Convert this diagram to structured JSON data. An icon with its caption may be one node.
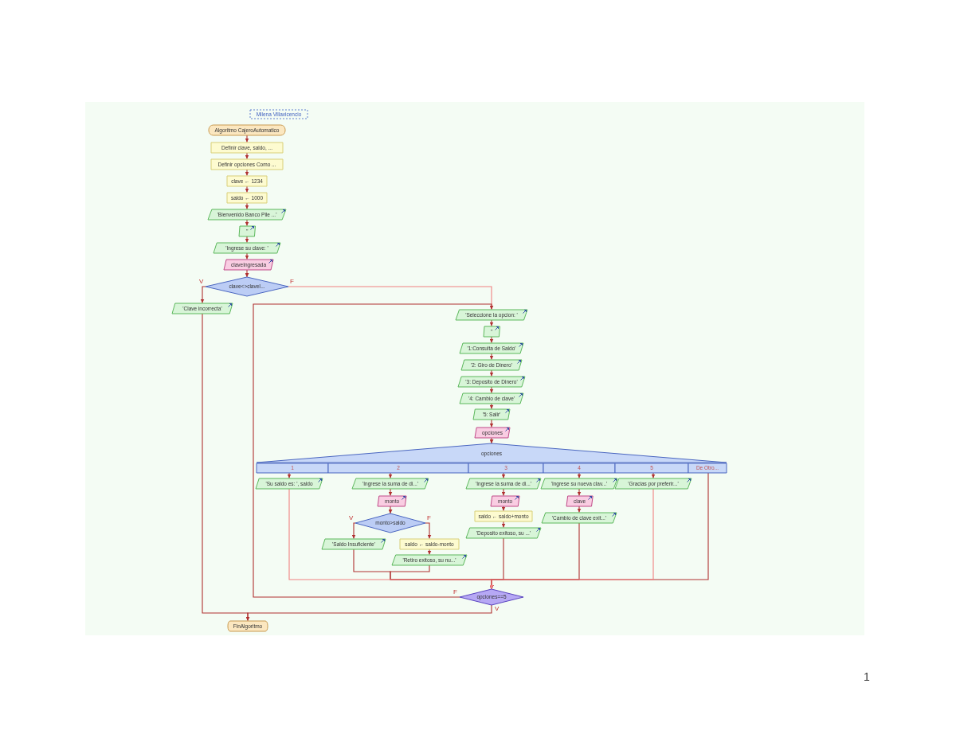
{
  "diagram": {
    "nodes": [
      {
        "text": [
          "Milena Villavicencio"
        ]
      },
      {
        "text": [
          "Algoritmo CajeroAutomatico"
        ]
      },
      {
        "text": [
          "Definir clave, saldo, ..."
        ]
      },
      {
        "text": [
          "Definir opciones Como ..."
        ]
      },
      {
        "text": [
          "clave ← 1234"
        ]
      },
      {
        "text": [
          "saldo ← 1000"
        ]
      },
      {
        "text": [
          "'Bienvenido Banco Pile ...'"
        ]
      },
      {
        "text": [
          "''"
        ]
      },
      {
        "text": [
          "'Ingrese su clave: '"
        ]
      },
      {
        "text": [
          "claveIngresada"
        ]
      },
      {
        "text": [
          "clave<>claveI..."
        ]
      },
      {
        "text": [
          "'Clave incorrecta'"
        ]
      },
      {
        "text": [
          "'Seleccione la opcion: '"
        ]
      },
      {
        "text": [
          "''"
        ]
      },
      {
        "text": [
          "'1:Consulta de Saldo'"
        ]
      },
      {
        "text": [
          "'2: Giro de Dinero'"
        ]
      },
      {
        "text": [
          "'3: Deposito de Dinero'"
        ]
      },
      {
        "text": [
          "'4: Cambio de clave'"
        ]
      },
      {
        "text": [
          "'5: Salir'"
        ]
      },
      {
        "text": [
          "opciones"
        ]
      },
      {
        "text": [
          "opciones"
        ]
      },
      {
        "text": [
          "1"
        ]
      },
      {
        "text": [
          "2"
        ]
      },
      {
        "text": [
          "3"
        ]
      },
      {
        "text": [
          "4"
        ]
      },
      {
        "text": [
          "5"
        ]
      },
      {
        "text": [
          "De Otro..."
        ]
      },
      {
        "text": [
          "'Su saldo es: ', saldo"
        ]
      },
      {
        "text": [
          "'Ingrese la suma de di...'"
        ]
      },
      {
        "text": [
          "monto"
        ]
      },
      {
        "text": [
          "monto>saldo"
        ]
      },
      {
        "text": [
          "'Saldo Insuficiente'"
        ]
      },
      {
        "text": [
          "saldo ← saldo-monto"
        ]
      },
      {
        "text": [
          "'Retiro exitoso, su nu...'"
        ]
      },
      {
        "text": [
          "'Ingrese la suma de di...'"
        ]
      },
      {
        "text": [
          "monto"
        ]
      },
      {
        "text": [
          "saldo ← saldo+monto"
        ]
      },
      {
        "text": [
          "'Deposito exitoso, su ...'"
        ]
      },
      {
        "text": [
          "'Ingrese su nueva clav...'"
        ]
      },
      {
        "text": [
          "clave"
        ]
      },
      {
        "text": [
          "'Cambio de clave exit...'"
        ]
      },
      {
        "text": [
          "'Gracias por preferir...'"
        ]
      },
      {
        "text": [
          "opciones==5"
        ]
      },
      {
        "text": [
          "FinAlgoritmo"
        ]
      }
    ],
    "edges": [
      {
        "from": 1,
        "to": 2,
        "arrow": "to"
      },
      {
        "from": 2,
        "to": 3,
        "arrow": "to"
      },
      {
        "from": 3,
        "to": 4,
        "arrow": "to"
      },
      {
        "from": 4,
        "to": 5,
        "arrow": "to"
      },
      {
        "from": 5,
        "to": 6,
        "arrow": "to"
      },
      {
        "from": 6,
        "to": 7,
        "arrow": "to"
      },
      {
        "from": 7,
        "to": 8,
        "arrow": "to"
      },
      {
        "from": 8,
        "to": 9,
        "arrow": "to"
      },
      {
        "from": 9,
        "to": 10,
        "arrow": "to"
      },
      {
        "from": 10,
        "to": 11,
        "arrow": "to",
        "label": "V"
      },
      {
        "from": 10,
        "to": 12,
        "arrow": "to",
        "label": "F",
        "color": "#f08080"
      },
      {
        "from": 12,
        "to": 13,
        "arrow": "to"
      },
      {
        "from": 13,
        "to": 14,
        "arrow": "to"
      },
      {
        "from": 14,
        "to": 15,
        "arrow": "to"
      },
      {
        "from": 15,
        "to": 16,
        "arrow": "to"
      },
      {
        "from": 16,
        "to": 17,
        "arrow": "to"
      },
      {
        "from": 17,
        "to": 18,
        "arrow": "to"
      },
      {
        "from": 18,
        "to": 19,
        "arrow": "to"
      },
      {
        "from": 19,
        "to": 20,
        "arrow": "to"
      },
      {
        "from": 21,
        "to": 27,
        "arrow": "to"
      },
      {
        "from": 22,
        "to": 28,
        "arrow": "to"
      },
      {
        "from": 23,
        "to": 34,
        "arrow": "to"
      },
      {
        "from": 24,
        "to": 38,
        "arrow": "to"
      },
      {
        "from": 25,
        "to": 41,
        "arrow": "to"
      },
      {
        "from": 26,
        "to": 42,
        "arrow": "to"
      },
      {
        "from": 28,
        "to": 29,
        "arrow": "to"
      },
      {
        "from": 29,
        "to": 30,
        "arrow": "to"
      },
      {
        "from": 30,
        "to": 31,
        "arrow": "to",
        "label": "V"
      },
      {
        "from": 30,
        "to": 32,
        "arrow": "to",
        "label": "F"
      },
      {
        "from": 32,
        "to": 33,
        "arrow": "to"
      },
      {
        "from": 31,
        "to": 42,
        "arrow": "to"
      },
      {
        "from": 33,
        "to": 42,
        "arrow": "to"
      },
      {
        "from": 27,
        "to": 42,
        "arrow": "to",
        "color": "#f08080"
      },
      {
        "from": 34,
        "to": 35,
        "arrow": "to"
      },
      {
        "from": 35,
        "to": 36,
        "arrow": "to"
      },
      {
        "from": 36,
        "to": 37,
        "arrow": "to"
      },
      {
        "from": 37,
        "to": 42,
        "arrow": "to"
      },
      {
        "from": 38,
        "to": 39,
        "arrow": "to"
      },
      {
        "from": 39,
        "to": 40,
        "arrow": "to"
      },
      {
        "from": 40,
        "to": 42,
        "arrow": "to"
      },
      {
        "from": 41,
        "to": 42,
        "arrow": "to",
        "color": "#f08080"
      },
      {
        "from": 42,
        "to": 12,
        "arrow": "to",
        "label": "F"
      },
      {
        "from": 42,
        "to": 43,
        "arrow": "to",
        "label": "V"
      },
      {
        "from": 11,
        "to": 43,
        "arrow": "to"
      }
    ],
    "labels": [
      "1"
    ]
  }
}
